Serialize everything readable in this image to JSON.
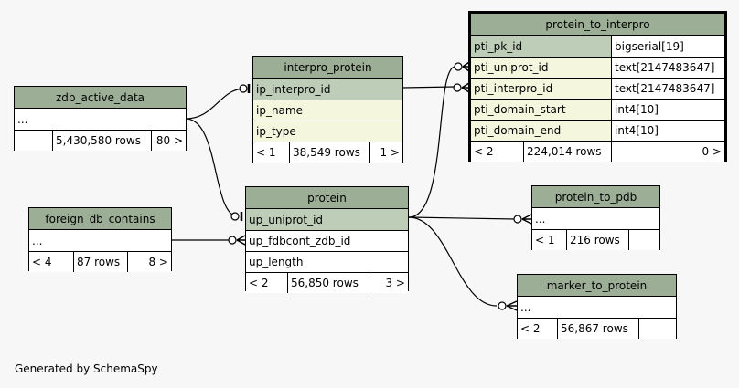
{
  "tables": {
    "protein_to_interpro": {
      "name": "protein_to_interpro",
      "columns": [
        {
          "name": "pti_pk_id",
          "type": "bigserial[19]",
          "kind": "pk"
        },
        {
          "name": "pti_uniprot_id",
          "type": "text[2147483647]",
          "kind": "idx"
        },
        {
          "name": "pti_interpro_id",
          "type": "text[2147483647]",
          "kind": "idx"
        },
        {
          "name": "pti_domain_start",
          "type": "int4[10]",
          "kind": "idx"
        },
        {
          "name": "pti_domain_end",
          "type": "int4[10]",
          "kind": "idx"
        }
      ],
      "parents": "< 2",
      "rows": "224,014 rows",
      "children": "0 >"
    },
    "interpro_protein": {
      "name": "interpro_protein",
      "columns": [
        {
          "name": "ip_interpro_id",
          "kind": "pk"
        },
        {
          "name": "ip_name",
          "kind": "idx"
        },
        {
          "name": "ip_type",
          "kind": "idx"
        }
      ],
      "parents": "< 1",
      "rows": "38,549 rows",
      "children": "1 >"
    },
    "zdb_active_data": {
      "name": "zdb_active_data",
      "ellipsis": "...",
      "parents": "",
      "rows": "5,430,580 rows",
      "children": "80 >"
    },
    "protein": {
      "name": "protein",
      "columns": [
        {
          "name": "up_uniprot_id",
          "kind": "pk"
        },
        {
          "name": "up_fdbcont_zdb_id",
          "kind": "plain"
        },
        {
          "name": "up_length",
          "kind": "plain"
        }
      ],
      "parents": "< 2",
      "rows": "56,850 rows",
      "children": "3 >"
    },
    "foreign_db_contains": {
      "name": "foreign_db_contains",
      "ellipsis": "...",
      "parents": "< 4",
      "rows": "87 rows",
      "children": "8 >"
    },
    "protein_to_pdb": {
      "name": "protein_to_pdb",
      "ellipsis": "...",
      "parents": "< 1",
      "rows": "216 rows",
      "children": ""
    },
    "marker_to_protein": {
      "name": "marker_to_protein",
      "ellipsis": "...",
      "parents": "< 2",
      "rows": "56,867 rows",
      "children": ""
    }
  },
  "relationships": [
    {
      "from": "interpro_protein.ip_interpro_id",
      "to": "protein_to_interpro.pti_interpro_id"
    },
    {
      "from": "protein.up_uniprot_id",
      "to": "protein_to_interpro.pti_uniprot_id"
    },
    {
      "from": "zdb_active_data",
      "to": "interpro_protein.ip_interpro_id"
    },
    {
      "from": "zdb_active_data",
      "to": "protein.up_uniprot_id"
    },
    {
      "from": "foreign_db_contains",
      "to": "protein.up_fdbcont_zdb_id"
    },
    {
      "from": "protein.up_uniprot_id",
      "to": "protein_to_pdb"
    },
    {
      "from": "protein.up_uniprot_id",
      "to": "marker_to_protein"
    }
  ],
  "footer": "Generated by SchemaSpy"
}
